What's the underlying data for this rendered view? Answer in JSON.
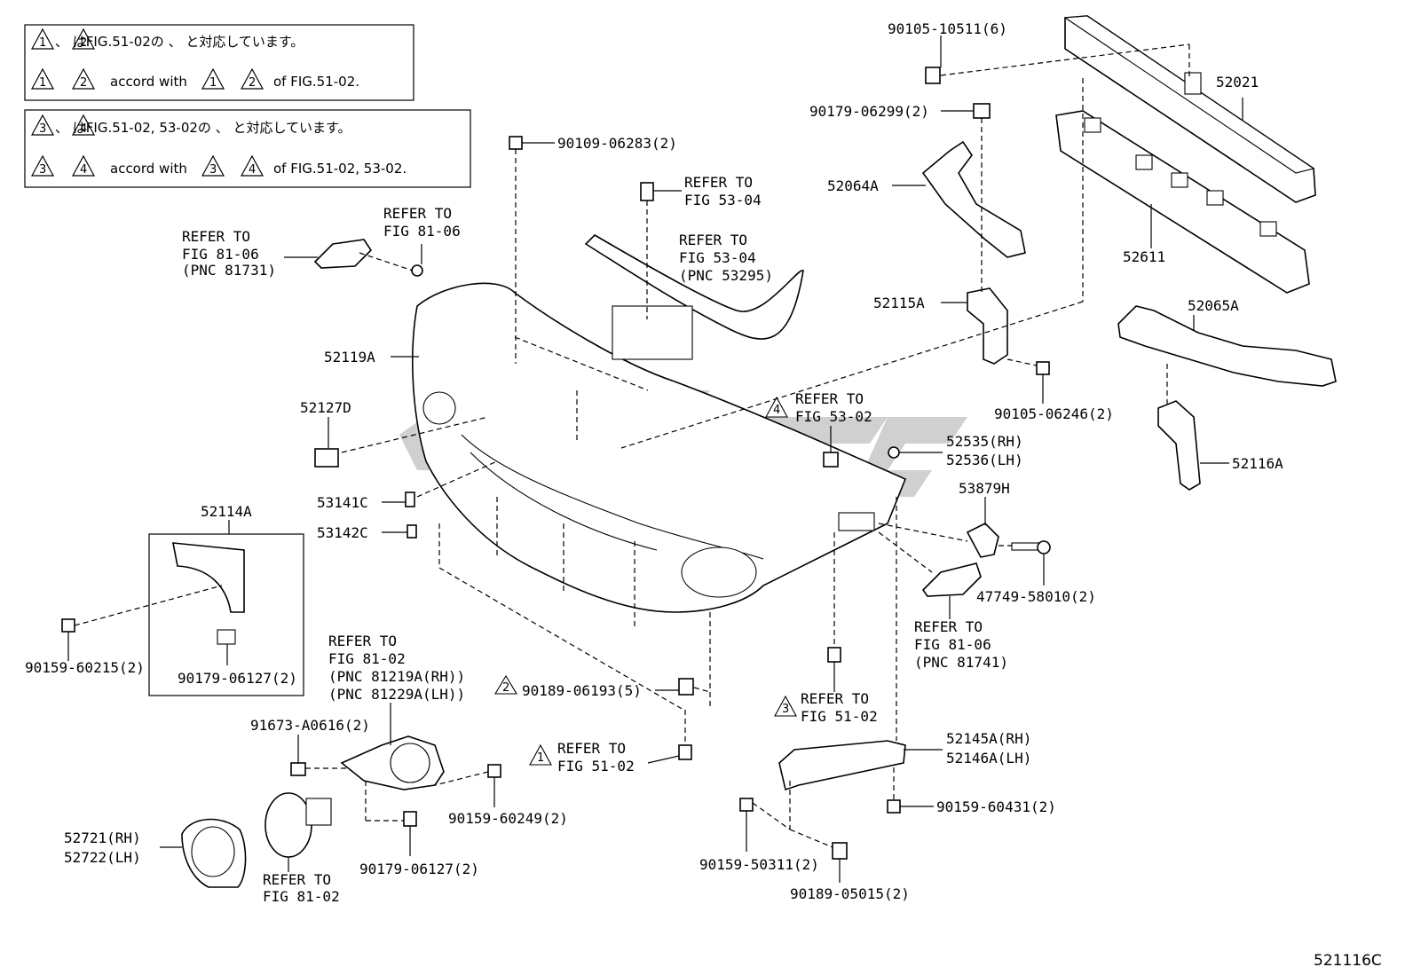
{
  "notes": [
    {
      "line1": "、 はFIG.51-02の 、 と対応しています。",
      "line2": "accord with",
      "line2b": "of FIG.51-02.",
      "tri": [
        "1",
        "2"
      ]
    },
    {
      "line1": "、 はFIG.51-02, 53-02の 、 と対応しています。",
      "line2": "accord with",
      "line2b": "of FIG.51-02, 53-02.",
      "tri": [
        "3",
        "4"
      ]
    }
  ],
  "labels": {
    "p1": "90105-10511(6)",
    "p2": "52021",
    "p3": "90179-06299(2)",
    "p4": "90109-06283(2)",
    "p5": "REFER TO",
    "p5b": "FIG 53-04",
    "p6": "52064A",
    "p7": "52611",
    "p8a": "REFER TO",
    "p8b": "FIG 81-06",
    "p9a": "REFER TO",
    "p9b": "FIG 81-06",
    "p9c": "(PNC 81731)",
    "p10a": "REFER TO",
    "p10b": "FIG 53-04",
    "p10c": "(PNC 53295)",
    "p11": "52115A",
    "p12": "52065A",
    "p13": "52119A",
    "p14": "52127D",
    "p15a": "REFER TO",
    "p15b": "FIG 53-02",
    "p16": "90105-06246(2)",
    "p17a": "52535(RH)",
    "p17b": "52536(LH)",
    "p18": "52116A",
    "p19": "53141C",
    "p20": "53142C",
    "p21": "53879H",
    "p22": "52114A",
    "p23": "47749-58010(2)",
    "p24a": "REFER TO",
    "p24b": "FIG 81-06",
    "p24c": "(PNC 81741)",
    "p25": "90159-60215(2)",
    "p26": "90179-06127(2)",
    "p27a": "REFER TO",
    "p27b": "FIG 81-02",
    "p27c": "(PNC 81219A(RH))",
    "p27d": "(PNC 81229A(LH))",
    "p28": "90189-06193(5)",
    "p29a": "REFER TO",
    "p29b": "FIG 51-02",
    "p30": "91673-A0616(2)",
    "p31a": "REFER TO",
    "p31b": "FIG 51-02",
    "p32a": "52145A(RH)",
    "p32b": "52146A(LH)",
    "p33": "90159-60249(2)",
    "p34": "90159-60431(2)",
    "p35a": "52721(RH)",
    "p35b": "52722(LH)",
    "p36": "90179-06127(2)",
    "p37a": "REFER TO",
    "p37b": "FIG 81-02",
    "p38": "90159-50311(2)",
    "p39": "90189-05015(2)",
    "tri": {
      "t1": "1",
      "t2": "2",
      "t3": "3",
      "t4": "4"
    }
  },
  "diagram_id": "521116C"
}
